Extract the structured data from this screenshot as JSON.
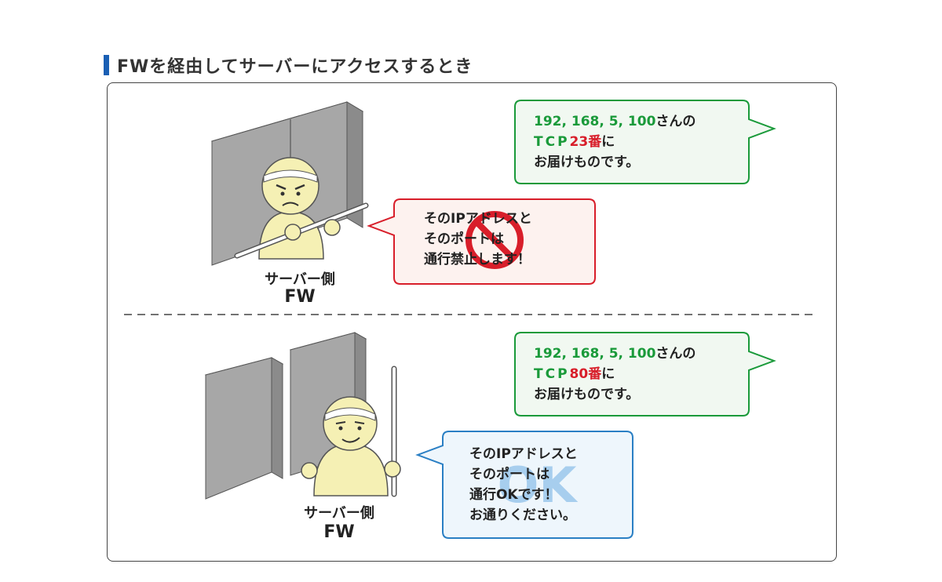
{
  "title": "FWを経由してサーバーにアクセスするとき",
  "top_case": {
    "request": {
      "address": "192, 168, 5, 100",
      "address_suffix": "さんの",
      "proto": "TCP",
      "port": "23番",
      "port_suffix": "に",
      "line3": "お届けものです。"
    },
    "response": {
      "line1": "そのIPアドレスと",
      "line2": "そのポートは",
      "line3": "通行禁止します！"
    },
    "side_label": "サーバー側",
    "fw_label": "FW"
  },
  "bottom_case": {
    "request": {
      "address": "192, 168, 5, 100",
      "address_suffix": "さんの",
      "proto": "TCP",
      "port": "80番",
      "port_suffix": "に",
      "line3": "お届けものです。"
    },
    "response": {
      "line1": "そのIPアドレスと",
      "line2": "そのポートは",
      "line3": "通行OKです！",
      "line4": "お通りください。",
      "stamp": "OK"
    },
    "side_label": "サーバー側",
    "fw_label": "FW"
  },
  "colors": {
    "accent_blue": "#1a5fb4",
    "request_border": "#1a9a3a",
    "deny_border": "#d81e2a",
    "allow_border": "#2a7fc4",
    "wall": "#a7a7a7",
    "guard_skin": "#f5f0b4"
  }
}
